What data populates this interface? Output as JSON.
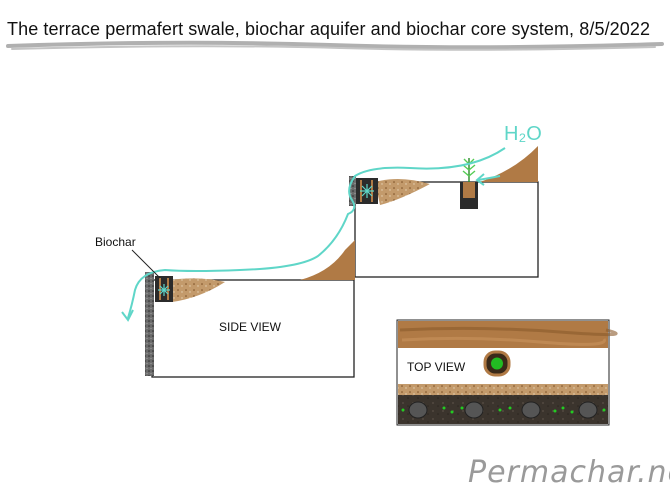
{
  "title": "The terrace permafert swale, biochar aquifer and biochar core system, 8/5/2022",
  "labels": {
    "biochar": "Biochar",
    "side_view": "SIDE VIEW",
    "top_view": "TOP VIEW",
    "water": "H₂O"
  },
  "brand": "Permachar.net",
  "colors": {
    "soil": "#b07a45",
    "soil_dark": "#8a5a2b",
    "water_arrow": "#5fd6c8",
    "char": "#3a3a3a",
    "plant": "#55cc55",
    "core_green": "#22bb22"
  }
}
